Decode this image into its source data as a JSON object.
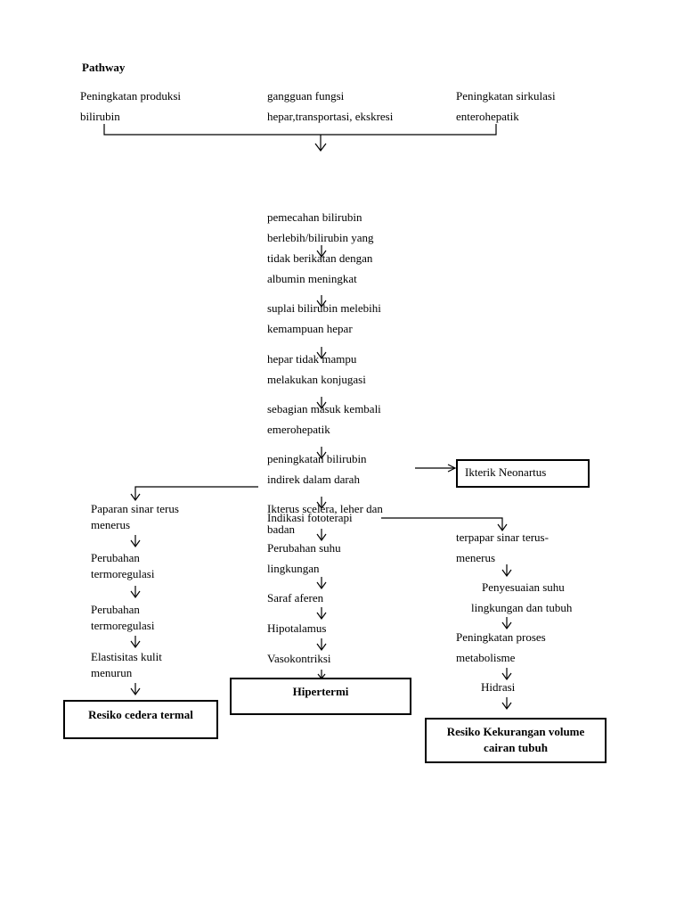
{
  "title": "Pathway",
  "top_causes": [
    [
      "Peningkatan produksi",
      "bilirubin"
    ],
    [
      "gangguan fungsi",
      "hepar,transportasi, ekskresi"
    ],
    [
      "Peningkatan sirkulasi",
      "enterohepatik"
    ]
  ],
  "center_chain": [
    [
      "pemecahan bilirubin",
      "berlebih/bilirubin yang",
      "tidak berikatan dengan",
      "albumin meningkat"
    ],
    [
      "suplai bilirubin melebihi",
      "kemampuan hepar"
    ],
    [
      "hepar tidak mampu",
      "melakukan konjugasi"
    ],
    [
      "sebagian masuk kembali",
      "emerohepatik"
    ],
    [
      "peningkatan bilirubin",
      "indirek dalam darah"
    ],
    [
      "Ikterus scelera, leher dan",
      "badan"
    ]
  ],
  "ikterik_box": "Ikterik Neonartus",
  "middle_branch": [
    "Indikasi fototerapi",
    "Perubahan suhu",
    "lingkungan",
    "Saraf aferen",
    "Hipotalamus",
    "Vasokontriksi"
  ],
  "hipertermi_box": "Hipertermi",
  "left_branch": [
    [
      "Paparan sinar terus",
      "menerus"
    ],
    [
      "Perubahan",
      "termoregulasi"
    ],
    [
      "Perubahan",
      "termoregulasi"
    ],
    [
      "Elastisitas kulit",
      "menurun"
    ]
  ],
  "left_box": "Resiko cedera termal",
  "right_branch": [
    [
      "terpapar sinar terus-",
      "menerus"
    ],
    [
      "Penyesuaian suhu",
      "lingkungan dan tubuh"
    ],
    [
      "Peningkatan proses",
      "metabolisme"
    ],
    [
      "Hidrasi"
    ]
  ],
  "right_box": [
    "Resiko Kekurangan volume",
    "cairan tubuh"
  ]
}
